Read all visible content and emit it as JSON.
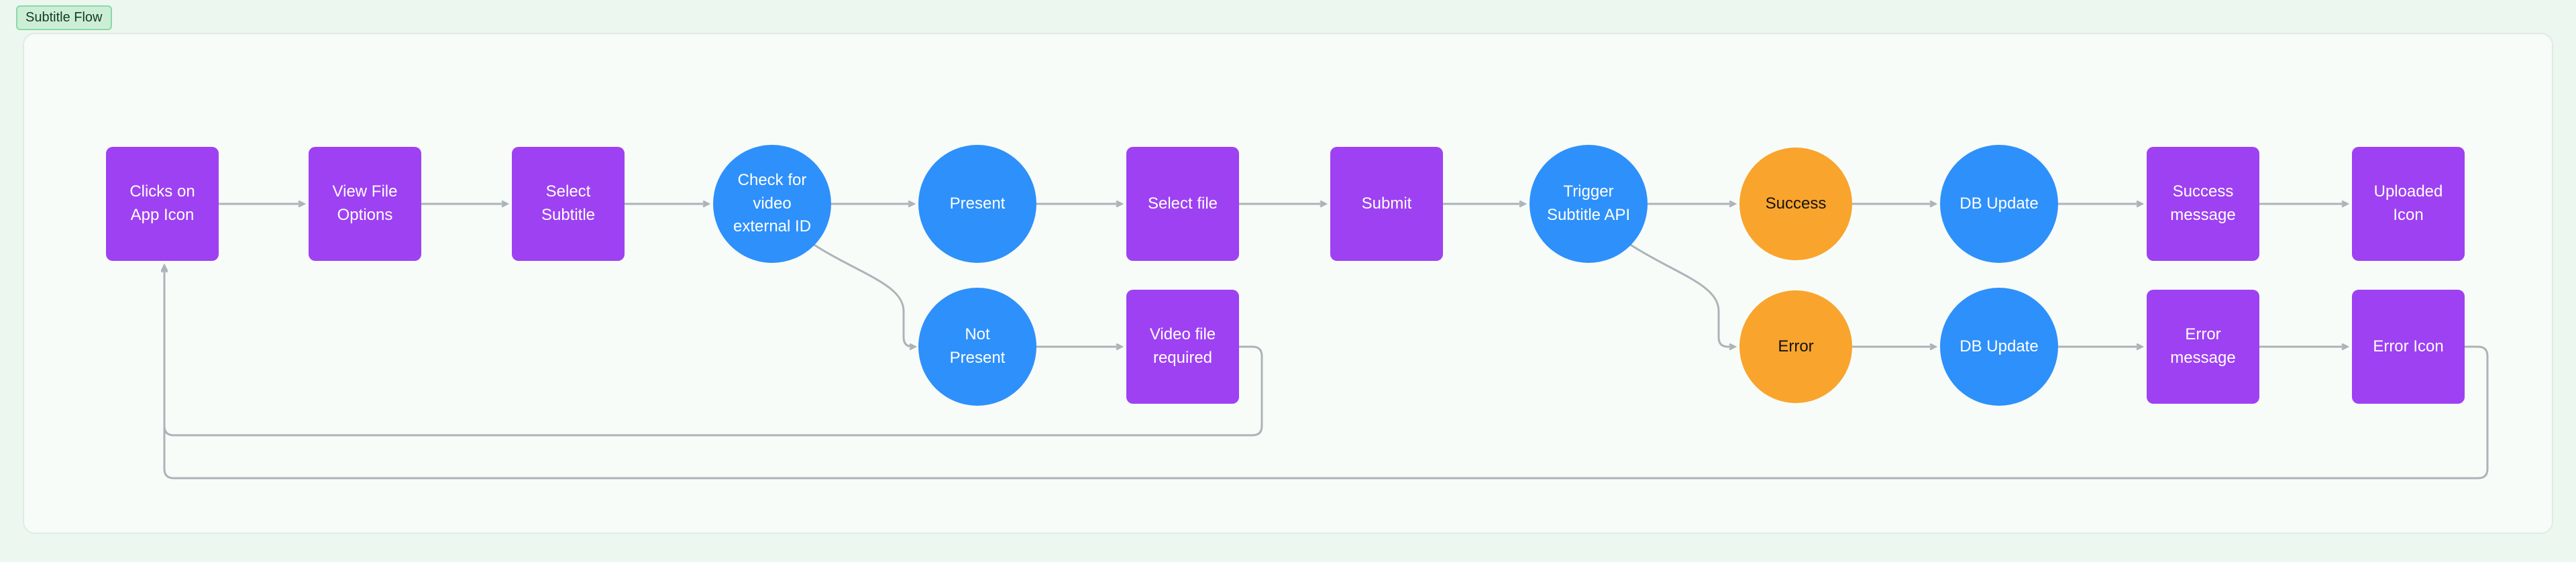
{
  "badge": {
    "label": "Subtitle Flow"
  },
  "colors": {
    "node_purple": "#9e41f2",
    "node_blue": "#2e90fa",
    "node_orange": "#f9a42c",
    "edge_gray": "#acb4b9",
    "canvas_background": "#f7fcf8",
    "page_background": "#ecf8ef",
    "badge_background": "#cdeed6"
  },
  "nodes": [
    {
      "label": "Clicks on App Icon",
      "shape": "rect",
      "color": "purple"
    },
    {
      "label": "View File Options",
      "shape": "rect",
      "color": "purple"
    },
    {
      "label": "Select Subtitle",
      "shape": "rect",
      "color": "purple"
    },
    {
      "label": "Check for video external ID",
      "shape": "circle",
      "color": "blue"
    },
    {
      "label": "Present",
      "shape": "circle",
      "color": "blue"
    },
    {
      "label": "Not Present",
      "shape": "circle",
      "color": "blue"
    },
    {
      "label": "Select file",
      "shape": "rect",
      "color": "purple"
    },
    {
      "label": "Video file required",
      "shape": "rect",
      "color": "purple"
    },
    {
      "label": "Submit",
      "shape": "rect",
      "color": "purple"
    },
    {
      "label": "Trigger Subtitle API",
      "shape": "circle",
      "color": "blue"
    },
    {
      "label": "Success",
      "shape": "circle",
      "color": "orange"
    },
    {
      "label": "Error",
      "shape": "circle",
      "color": "orange"
    },
    {
      "label": "DB Update",
      "shape": "circle",
      "color": "blue"
    },
    {
      "label": "DB Update",
      "shape": "circle",
      "color": "blue"
    },
    {
      "label": "Success message",
      "shape": "rect",
      "color": "purple"
    },
    {
      "label": "Error message",
      "shape": "rect",
      "color": "purple"
    },
    {
      "label": "Uploaded Icon",
      "shape": "rect",
      "color": "purple"
    },
    {
      "label": "Error Icon",
      "shape": "rect",
      "color": "purple"
    }
  ],
  "edges": [
    {
      "from": "Clicks on App Icon",
      "to": "View File Options"
    },
    {
      "from": "View File Options",
      "to": "Select Subtitle"
    },
    {
      "from": "Select Subtitle",
      "to": "Check for video external ID"
    },
    {
      "from": "Check for video external ID",
      "to": "Present"
    },
    {
      "from": "Check for video external ID",
      "to": "Not Present"
    },
    {
      "from": "Present",
      "to": "Select file"
    },
    {
      "from": "Not Present",
      "to": "Video file required"
    },
    {
      "from": "Select file",
      "to": "Submit"
    },
    {
      "from": "Submit",
      "to": "Trigger Subtitle API"
    },
    {
      "from": "Trigger Subtitle API",
      "to": "Success"
    },
    {
      "from": "Trigger Subtitle API",
      "to": "Error"
    },
    {
      "from": "Success",
      "to": "DB Update"
    },
    {
      "from": "Error",
      "to": "DB Update"
    },
    {
      "from": "DB Update",
      "to": "Success message"
    },
    {
      "from": "DB Update",
      "to": "Error message"
    },
    {
      "from": "Success message",
      "to": "Uploaded Icon"
    },
    {
      "from": "Error message",
      "to": "Error Icon"
    },
    {
      "from": "Video file required",
      "to": "Clicks on App Icon"
    },
    {
      "from": "Error Icon",
      "to": "Clicks on App Icon"
    }
  ]
}
